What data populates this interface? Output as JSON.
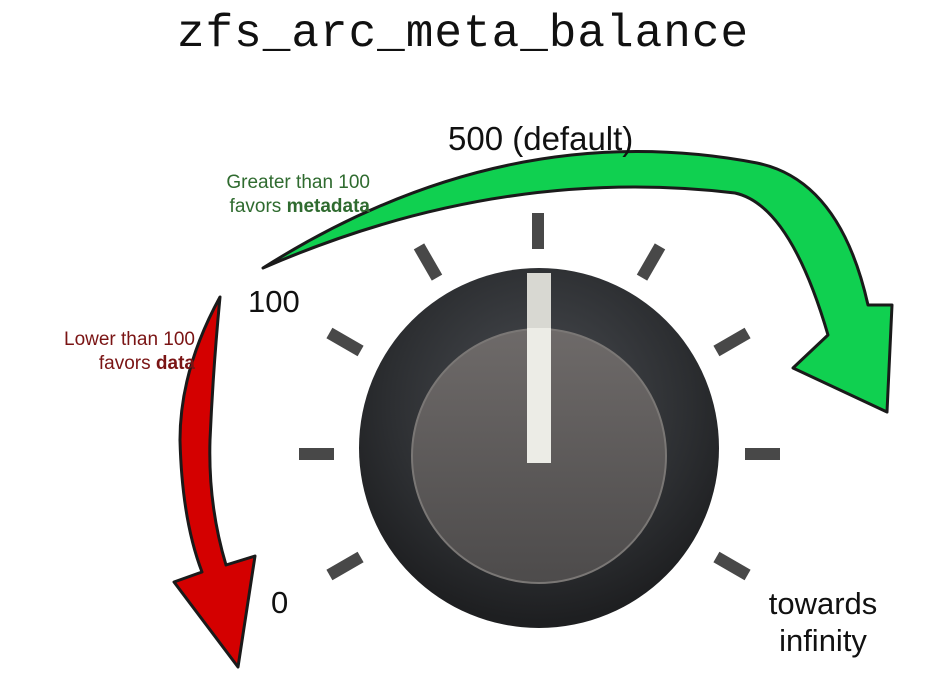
{
  "title": "zfs_arc_meta_balance",
  "scale": {
    "default_label": "500 (default)",
    "hundred_label": "100",
    "zero_label": "0",
    "infinity_label": "towards infinity"
  },
  "annotations": {
    "metadata": {
      "prefix": "Greater than 100",
      "favors": "favors",
      "emphasis": "metadata",
      "color": "#2f6b2f"
    },
    "data": {
      "prefix": "Lower than 100",
      "favors": "favors",
      "emphasis": "data",
      "color": "#7a1414"
    }
  },
  "colors": {
    "green_arrow": "#10d050",
    "red_arrow": "#d40000",
    "knob_outer": "#2e3033",
    "knob_inner": "#5a5858",
    "indicator": "#ecece6",
    "tick": "#484848"
  },
  "icons": {
    "green_arrow": "curved-arrow-right-icon",
    "red_arrow": "curved-arrow-down-icon"
  }
}
